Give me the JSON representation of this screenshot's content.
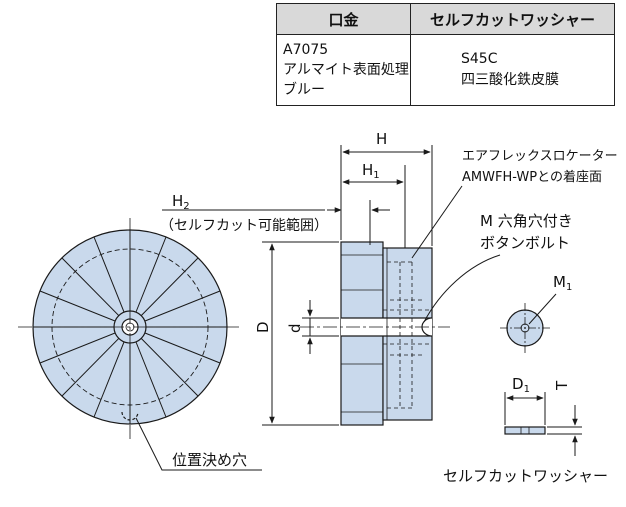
{
  "table": {
    "headers": [
      "口金",
      "セルフカットワッシャー"
    ],
    "col1_lines": [
      "A7075",
      "アルマイト表面処理",
      "ブルー"
    ],
    "col2_lines": [
      "S45C",
      "四三酸化鉄皮膜"
    ]
  },
  "labels": {
    "H": "H",
    "H1": "H",
    "H1_sub": "1",
    "H2": "H",
    "H2_sub": "2",
    "H2_note": "（セルフカット可能範囲）",
    "locator_note_1": "エアフレックスロケーター",
    "locator_note_2": "AMWFH-WPとの着座面",
    "bolt_note_1": "M 六角穴付き",
    "bolt_note_2": "ボタンボルト",
    "M1": "M",
    "M1_sub": "1",
    "D": "D",
    "d": "d",
    "D1": "D",
    "D1_sub": "1",
    "T": "T",
    "hole_note": "位置決め穴",
    "washer_caption": "セルフカットワッシャー"
  },
  "colors": {
    "part_fill": "#c9d9ec",
    "line": "#1a1a1a"
  }
}
